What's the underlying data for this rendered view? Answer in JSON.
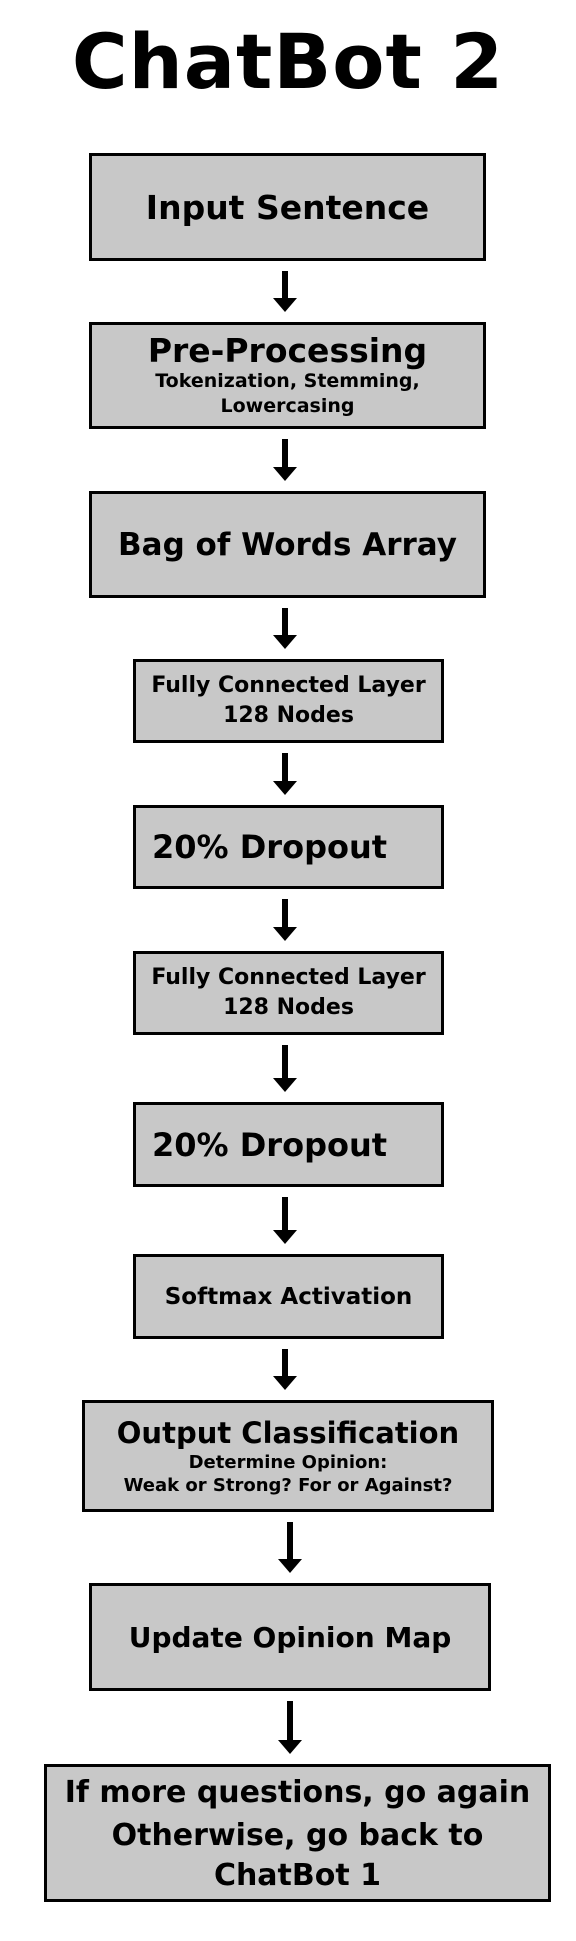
{
  "title": "ChatBot 2",
  "colors": {
    "box_fill": "#c8c8c8",
    "border": "#000000",
    "background": "#ffffff"
  },
  "steps": [
    {
      "label": "Input Sentence"
    },
    {
      "label": "Pre-Processing",
      "detail": [
        "Tokenization, Stemming,",
        "Lowercasing"
      ]
    },
    {
      "label": "Bag of Words Array"
    },
    {
      "label": "Fully Connected Layer",
      "detail": [
        "128 Nodes"
      ]
    },
    {
      "label": "20% Dropout"
    },
    {
      "label": "Fully Connected Layer",
      "detail": [
        "128 Nodes"
      ]
    },
    {
      "label": "20% Dropout"
    },
    {
      "label": "Softmax Activation"
    },
    {
      "label": "Output Classification",
      "detail": [
        "Determine Opinion:",
        "Weak or Strong? For or Against?"
      ]
    },
    {
      "label": "Update Opinion Map"
    },
    {
      "label": "If more questions, go again",
      "detail": [
        "Otherwise, go back to",
        "ChatBot 1"
      ]
    }
  ]
}
